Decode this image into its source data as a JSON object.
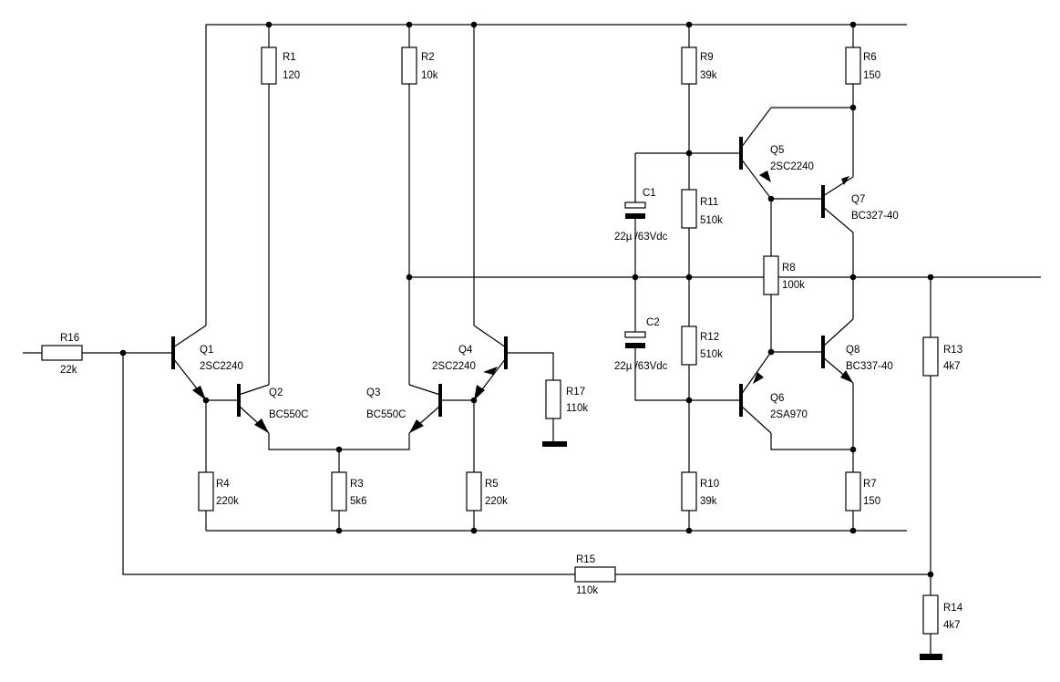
{
  "resistors": [
    {
      "ref": "R1",
      "value": "120"
    },
    {
      "ref": "R2",
      "value": "10k"
    },
    {
      "ref": "R3",
      "value": "5k6"
    },
    {
      "ref": "R4",
      "value": "220k"
    },
    {
      "ref": "R5",
      "value": "220k"
    },
    {
      "ref": "R6",
      "value": "150"
    },
    {
      "ref": "R7",
      "value": "150"
    },
    {
      "ref": "R8",
      "value": "100k"
    },
    {
      "ref": "R9",
      "value": "39k"
    },
    {
      "ref": "R10",
      "value": "39k"
    },
    {
      "ref": "R11",
      "value": "510k"
    },
    {
      "ref": "R12",
      "value": "510k"
    },
    {
      "ref": "R13",
      "value": "4k7"
    },
    {
      "ref": "R14",
      "value": "4k7"
    },
    {
      "ref": "R15",
      "value": "110k"
    },
    {
      "ref": "R16",
      "value": "22k"
    },
    {
      "ref": "R17",
      "value": "110k"
    }
  ],
  "capacitors": [
    {
      "ref": "C1",
      "value": "22µ /63Vdc"
    },
    {
      "ref": "C2",
      "value": "22µ /63Vdc"
    }
  ],
  "transistors": [
    {
      "ref": "Q1",
      "type": "2SC2240",
      "polarity": "NPN"
    },
    {
      "ref": "Q2",
      "type": "BC550C",
      "polarity": "NPN"
    },
    {
      "ref": "Q3",
      "type": "BC550C",
      "polarity": "NPN"
    },
    {
      "ref": "Q4",
      "type": "2SC2240",
      "polarity": "NPN"
    },
    {
      "ref": "Q5",
      "type": "2SC2240",
      "polarity": "NPN"
    },
    {
      "ref": "Q6",
      "type": "2SA970",
      "polarity": "PNP"
    },
    {
      "ref": "Q7",
      "type": "BC327-40",
      "polarity": "PNP"
    },
    {
      "ref": "Q8",
      "type": "BC337-40",
      "polarity": "NPN"
    }
  ]
}
